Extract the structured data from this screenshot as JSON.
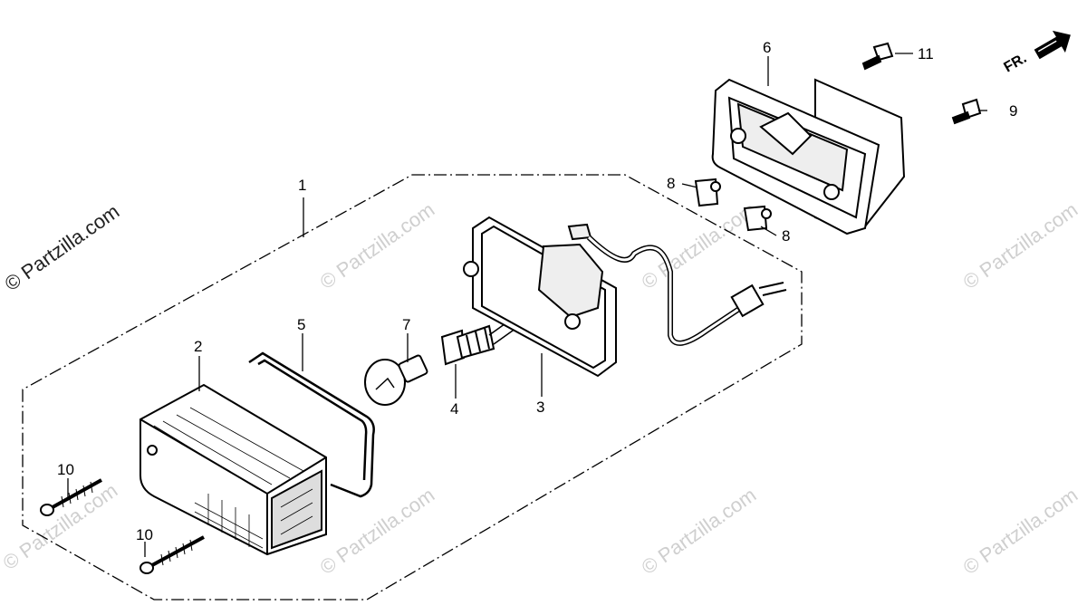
{
  "watermark": {
    "text": "© Partzilla.com",
    "corner_text": "© Partzilla.com"
  },
  "direction_marker": {
    "label": "FR.",
    "icon": "arrow-icon"
  },
  "callouts": {
    "c1": "1",
    "c2": "2",
    "c3": "3",
    "c4": "4",
    "c5": "5",
    "c6": "6",
    "c7": "7",
    "c8a": "8",
    "c8b": "8",
    "c9": "9",
    "c10a": "10",
    "c10b": "10",
    "c11": "11"
  }
}
